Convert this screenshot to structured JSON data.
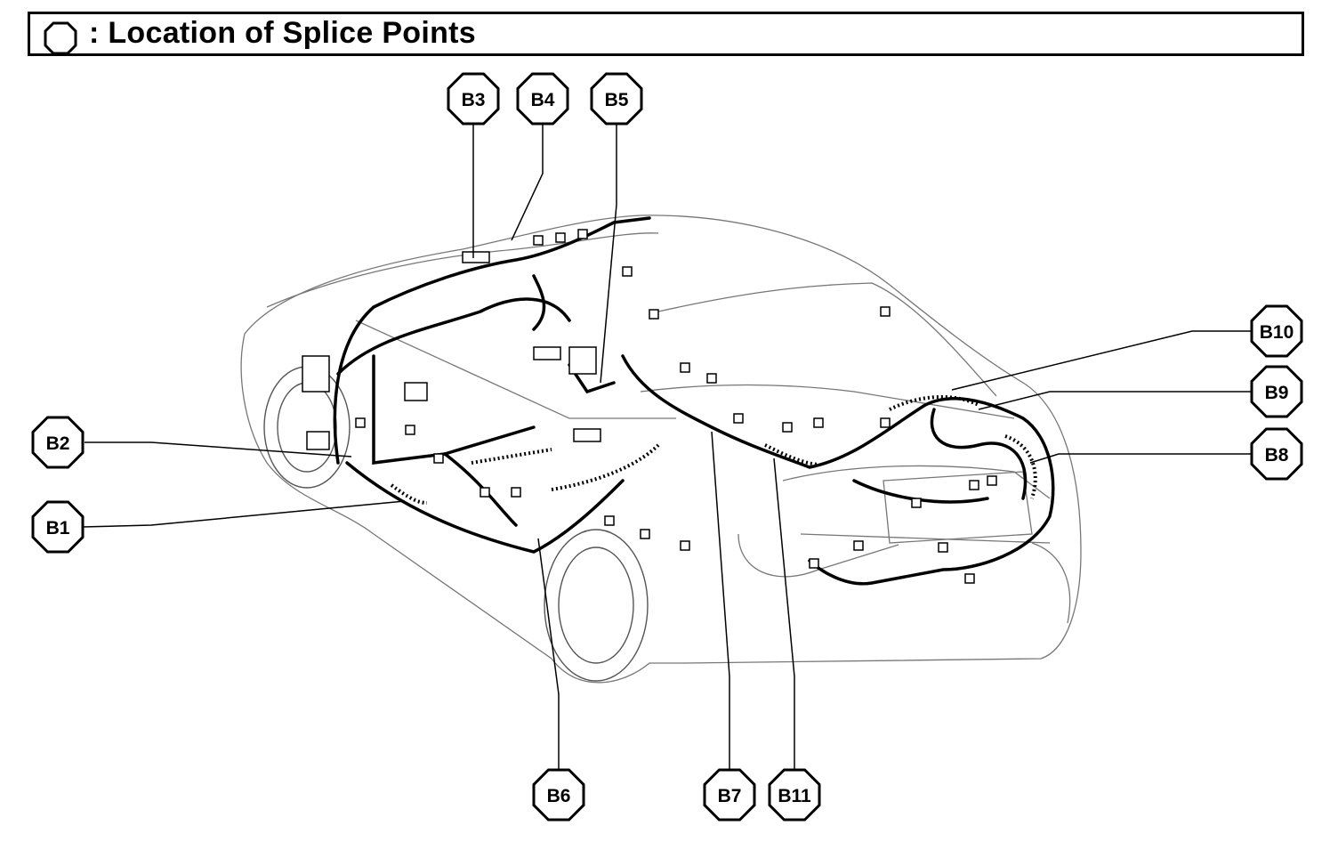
{
  "title": ": Location of Splice Points",
  "legend_symbol": "octagon-icon",
  "callouts": [
    "B1",
    "B2",
    "B3",
    "B4",
    "B5",
    "B6",
    "B7",
    "B8",
    "B9",
    "B10",
    "B11"
  ]
}
